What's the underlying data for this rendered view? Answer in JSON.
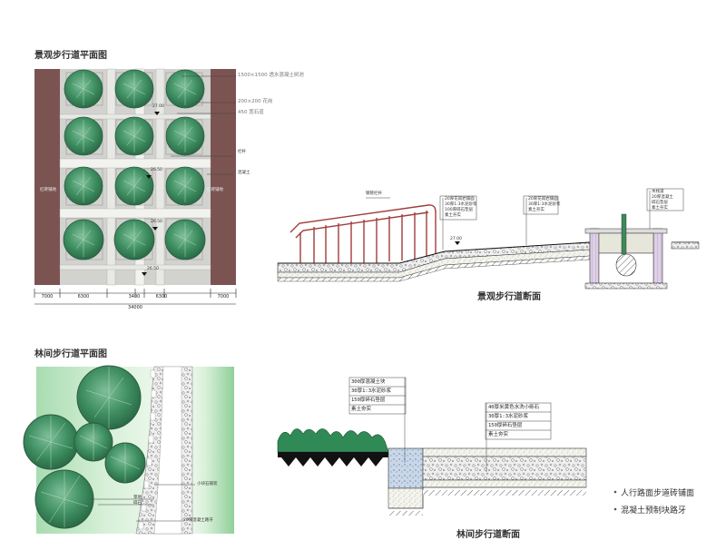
{
  "titles": {
    "plan_top": "景观步行道平面图",
    "section_top": "景观步行道断面",
    "plan_bottom": "林间步行道平面图",
    "section_bottom": "林间步行道断面"
  },
  "plan_top": {
    "specs": [
      "1500×1500 透水混凝土树池",
      "200×200 花岗",
      "450 宽石道"
    ],
    "callouts": [
      "栏杆",
      "混凝土",
      "红砖铺地",
      "红砖铺地"
    ],
    "elevations": [
      "27.00",
      "26.50",
      "26.50",
      "26.50"
    ],
    "dimensions": [
      "7000",
      "6300",
      "3400",
      "6300",
      "7000"
    ],
    "total": "34000"
  },
  "section_top": {
    "rail_label": "钢管栏杆",
    "elevation": "27.00",
    "spec_left": [
      "20厚花岗岩铺面",
      "30厚1:3水泥砂浆",
      "100厚碎石垫层",
      "素土夯实"
    ],
    "spec_mid": [
      "20厚花岗岩铺面",
      "30厚1:3水泥砂浆",
      "素土夯实"
    ],
    "spec_right": [
      "木栈道",
      "20厚混凝土",
      "碎石垫层",
      "素土夯实"
    ]
  },
  "plan_bottom": {
    "labels": [
      "草地",
      "碎石",
      "小块石铺装",
      "20厚混凝土路牙"
    ]
  },
  "section_bottom": {
    "spec_left": [
      "300厚混凝土块",
      "30厚1:3水泥砂浆",
      "150厚碎石垫层",
      "素土夯实"
    ],
    "spec_right": [
      "40厚米黄色水洗小砾石",
      "30厚1:3水泥砂浆",
      "150厚碎石垫层",
      "素土夯实"
    ]
  },
  "legend": [
    "人行路面步道砖铺面",
    "混凝土预制块路牙"
  ]
}
